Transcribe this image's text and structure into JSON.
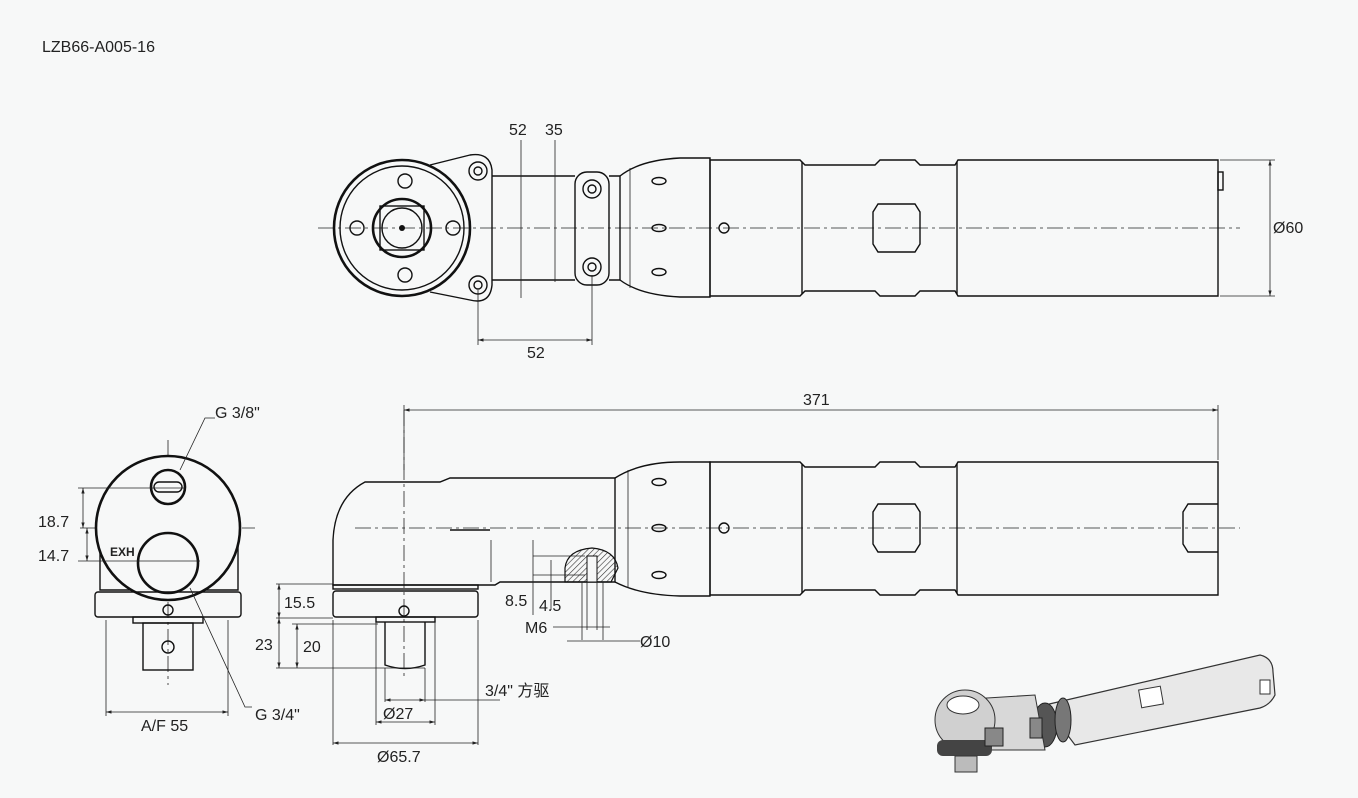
{
  "title": "LZB66-A005-16",
  "top_view": {
    "dim_52_a": "52",
    "dim_35": "35",
    "dim_52_b": "52",
    "dim_dia60": "Ø60"
  },
  "front_view": {
    "port_inlet": "G 3/8\"",
    "port_exhaust": "G 3/4\"",
    "exh_label": "EXH",
    "dim_18_7": "18.7",
    "dim_14_7": "14.7",
    "dim_af55": "A/F 55"
  },
  "side_view": {
    "dim_371": "371",
    "dim_15_5": "15.5",
    "dim_23": "23",
    "dim_20": "20",
    "dim_8_5": "8.5",
    "dim_4_5": "4.5",
    "dim_m6": "M6",
    "dim_dia10": "Ø10",
    "drive_label": "3/4\" 方驱",
    "dim_dia27": "Ø27",
    "dim_dia65_7": "Ø65.7"
  }
}
